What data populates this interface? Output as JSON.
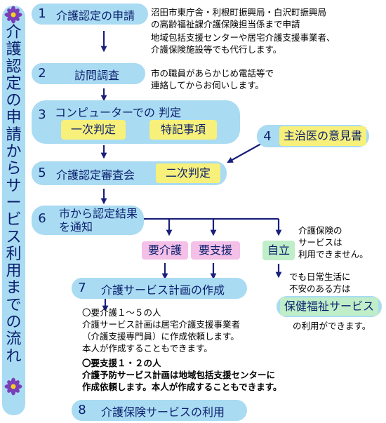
{
  "title": "介護認定の申請からサービス利用までの流れ",
  "steps": [
    {
      "num": "1",
      "label": "介護認定の申請"
    },
    {
      "num": "2",
      "label": "訪問調査"
    },
    {
      "num": "3",
      "label": "コンピューターでの 判定"
    },
    {
      "num": "4",
      "label": "主治医の意見書"
    },
    {
      "num": "5",
      "label": "介護認定審査会"
    },
    {
      "num": "6",
      "label_line1": "市から認定結果",
      "label_line2": "を通知"
    },
    {
      "num": "7",
      "label": "介護サービス計画の作成"
    },
    {
      "num": "8",
      "label": "介護保険サービスの利用"
    }
  ],
  "step1_note": [
    "沼田市東庁舎・利根町振興局・白沢町振興局",
    "の高齢福祉課介護保険担当係まで申請",
    "地域包括支援センターや居宅介護支援事業者、",
    "介護保険施設等でも代行します。"
  ],
  "step2_note": [
    "市の職員があらかじめ電話等で",
    "連絡してからお伺いします。"
  ],
  "step3_tags": [
    "一次判定",
    "特記事項"
  ],
  "step5_tag": "二次判定",
  "results": {
    "care": "要介護",
    "support": "要支援",
    "independent": "自立"
  },
  "independent_note": [
    "介護保険の",
    "サービスは",
    "利用できません。"
  ],
  "daily_note": [
    "でも日常生活に",
    "不安のある方は"
  ],
  "welfare_service": "保健福祉サービス",
  "welfare_note": "の利用ができます。",
  "step7_note_care": [
    "〇要介護１～５の人",
    "介護サービス計画は居宅介護支援事業者",
    "（介護支援専門員）に作成依頼します。",
    "本人が作成することもできます。"
  ],
  "step7_note_support": [
    "〇要支援１・２の人",
    "介護予防サービス計画は地域包括支援センターに",
    "作成依頼します。本人が作成することもできます。"
  ],
  "colors": {
    "pill": "#a9dbf2",
    "yellow": "#f7f07a",
    "pink": "#f4c0e8",
    "green": "#bfeec8",
    "arrow": "#1a1f7a"
  },
  "icons": [
    "flower-icon"
  ]
}
